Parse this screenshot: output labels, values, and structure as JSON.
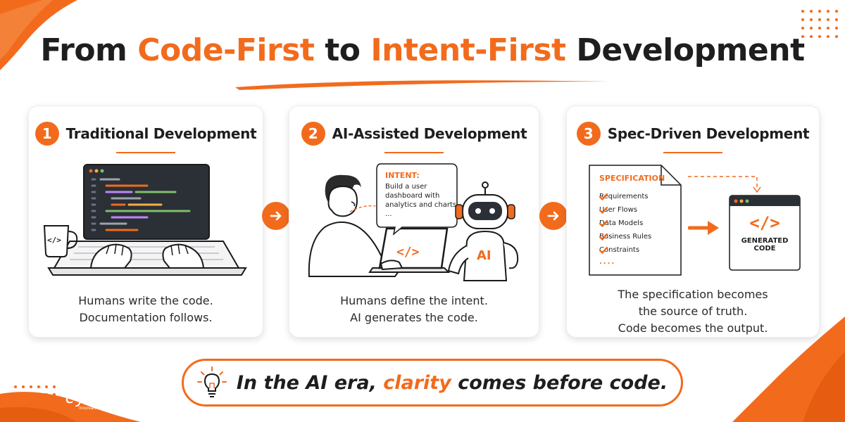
{
  "title": {
    "part1": "From ",
    "highlight1": "Code-First",
    "part2": " to ",
    "highlight2": "Intent-First",
    "part3": " Development"
  },
  "steps": [
    {
      "number": "1",
      "title": "Traditional Development",
      "caption_line1": "Humans write the code.",
      "caption_line2": "Documentation follows.",
      "mug_label": "</>"
    },
    {
      "number": "2",
      "title": "AI-Assisted Development",
      "caption_line1": "Humans define the intent.",
      "caption_line2": "AI generates the code.",
      "bubble_label": "INTENT:",
      "bubble_line1": "Build a user",
      "bubble_line2": "dashboard with",
      "bubble_line3": "analytics and charts",
      "bubble_line4": "...",
      "laptop_label": "</>",
      "robot_label": "AI"
    },
    {
      "number": "3",
      "title": "Spec-Driven Development",
      "caption_line1": "The specification becomes",
      "caption_line2": "the source of truth.",
      "caption_line3": "Code becomes the output.",
      "spec_title": "SPECIFICATION",
      "spec_items": [
        "Requirements",
        "User Flows",
        "Data Models",
        "Business Rules",
        "Constraints"
      ],
      "spec_more": "....",
      "code_symbol": "</>",
      "code_line1": "GENERATED",
      "code_line2": "CODE"
    }
  ],
  "banner": {
    "part1": "In the AI era, ",
    "highlight": "clarity",
    "part2": " comes before code."
  },
  "logo": {
    "name": "cytech",
    "tagline": "innovative solutions"
  },
  "icons": {
    "connector": "arrow-right-icon",
    "banner": "lightbulb-icon"
  },
  "colors": {
    "accent": "#f26b1d",
    "text": "#1e1e1e"
  }
}
